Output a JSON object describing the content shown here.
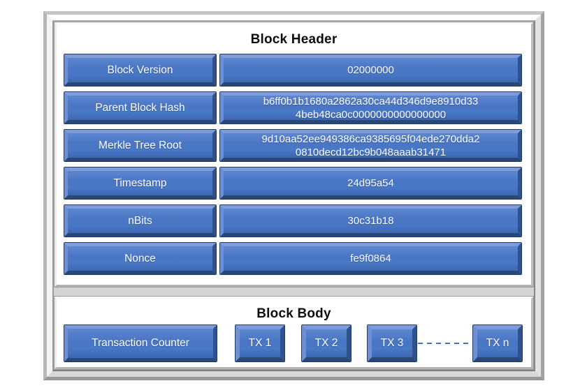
{
  "header": {
    "title": "Block Header",
    "rows": [
      {
        "label": "Block Version",
        "value": "02000000"
      },
      {
        "label": "Parent Block Hash",
        "value": "b6ff0b1b1680a2862a30ca44d346d9e8910d334beb48ca0c0000000000000000"
      },
      {
        "label": "Merkle Tree Root",
        "value": "9d10aa52ee949386ca9385695f04ede270dda20810decd12bc9b048aaab31471"
      },
      {
        "label": "Timestamp",
        "value": "24d95a54"
      },
      {
        "label": "nBits",
        "value": "30c31b18"
      },
      {
        "label": "Nonce",
        "value": "fe9f0864"
      }
    ]
  },
  "body": {
    "title": "Block Body",
    "transaction_counter_label": "Transaction Counter",
    "transactions": [
      "TX 1",
      "TX 2",
      "TX 3"
    ],
    "last_transaction": "TX n"
  },
  "colors": {
    "box_blue": "#4a76c4",
    "box_bevel_light": "#7f9cda",
    "box_bevel_dark": "#294878",
    "box_outline_navy": "#1d3c69",
    "connector_blue": "#4472c4",
    "frame_silver": "#d4d4d4",
    "panel_white": "#ffffff",
    "title_text": "#0d0d0d",
    "box_text": "#ffffff"
  }
}
